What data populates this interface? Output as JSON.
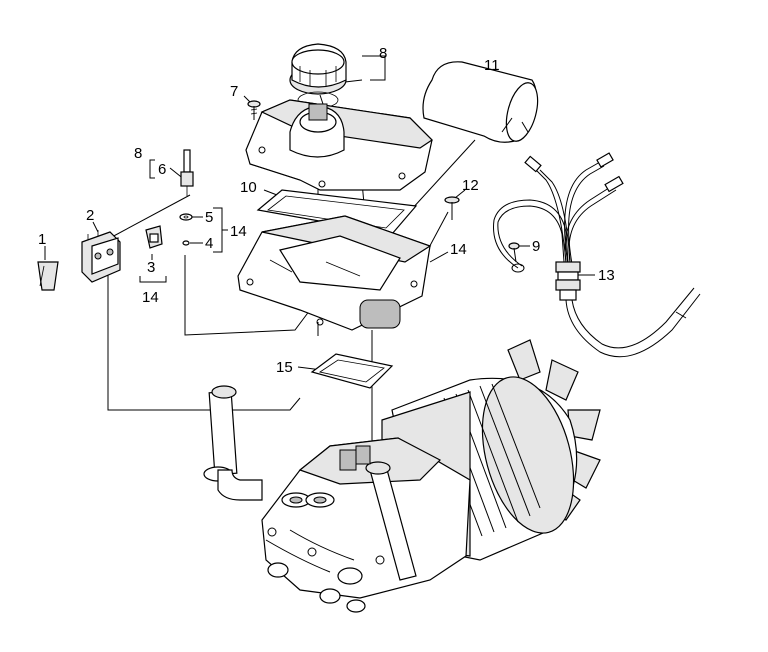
{
  "callouts": [
    {
      "id": "c1",
      "text": "1"
    },
    {
      "id": "c2",
      "text": "2"
    },
    {
      "id": "c3",
      "text": "3"
    },
    {
      "id": "c4",
      "text": "4"
    },
    {
      "id": "c5",
      "text": "5"
    },
    {
      "id": "c6",
      "text": "6"
    },
    {
      "id": "c7",
      "text": "7"
    },
    {
      "id": "c8a",
      "text": "8"
    },
    {
      "id": "c8b",
      "text": "8"
    },
    {
      "id": "c9",
      "text": "9"
    },
    {
      "id": "c10",
      "text": "10"
    },
    {
      "id": "c11",
      "text": "11"
    },
    {
      "id": "c12",
      "text": "12"
    },
    {
      "id": "c13",
      "text": "13"
    },
    {
      "id": "c14a",
      "text": "14"
    },
    {
      "id": "c14b",
      "text": "14"
    },
    {
      "id": "c14c",
      "text": "14"
    },
    {
      "id": "c15",
      "text": "15"
    }
  ]
}
